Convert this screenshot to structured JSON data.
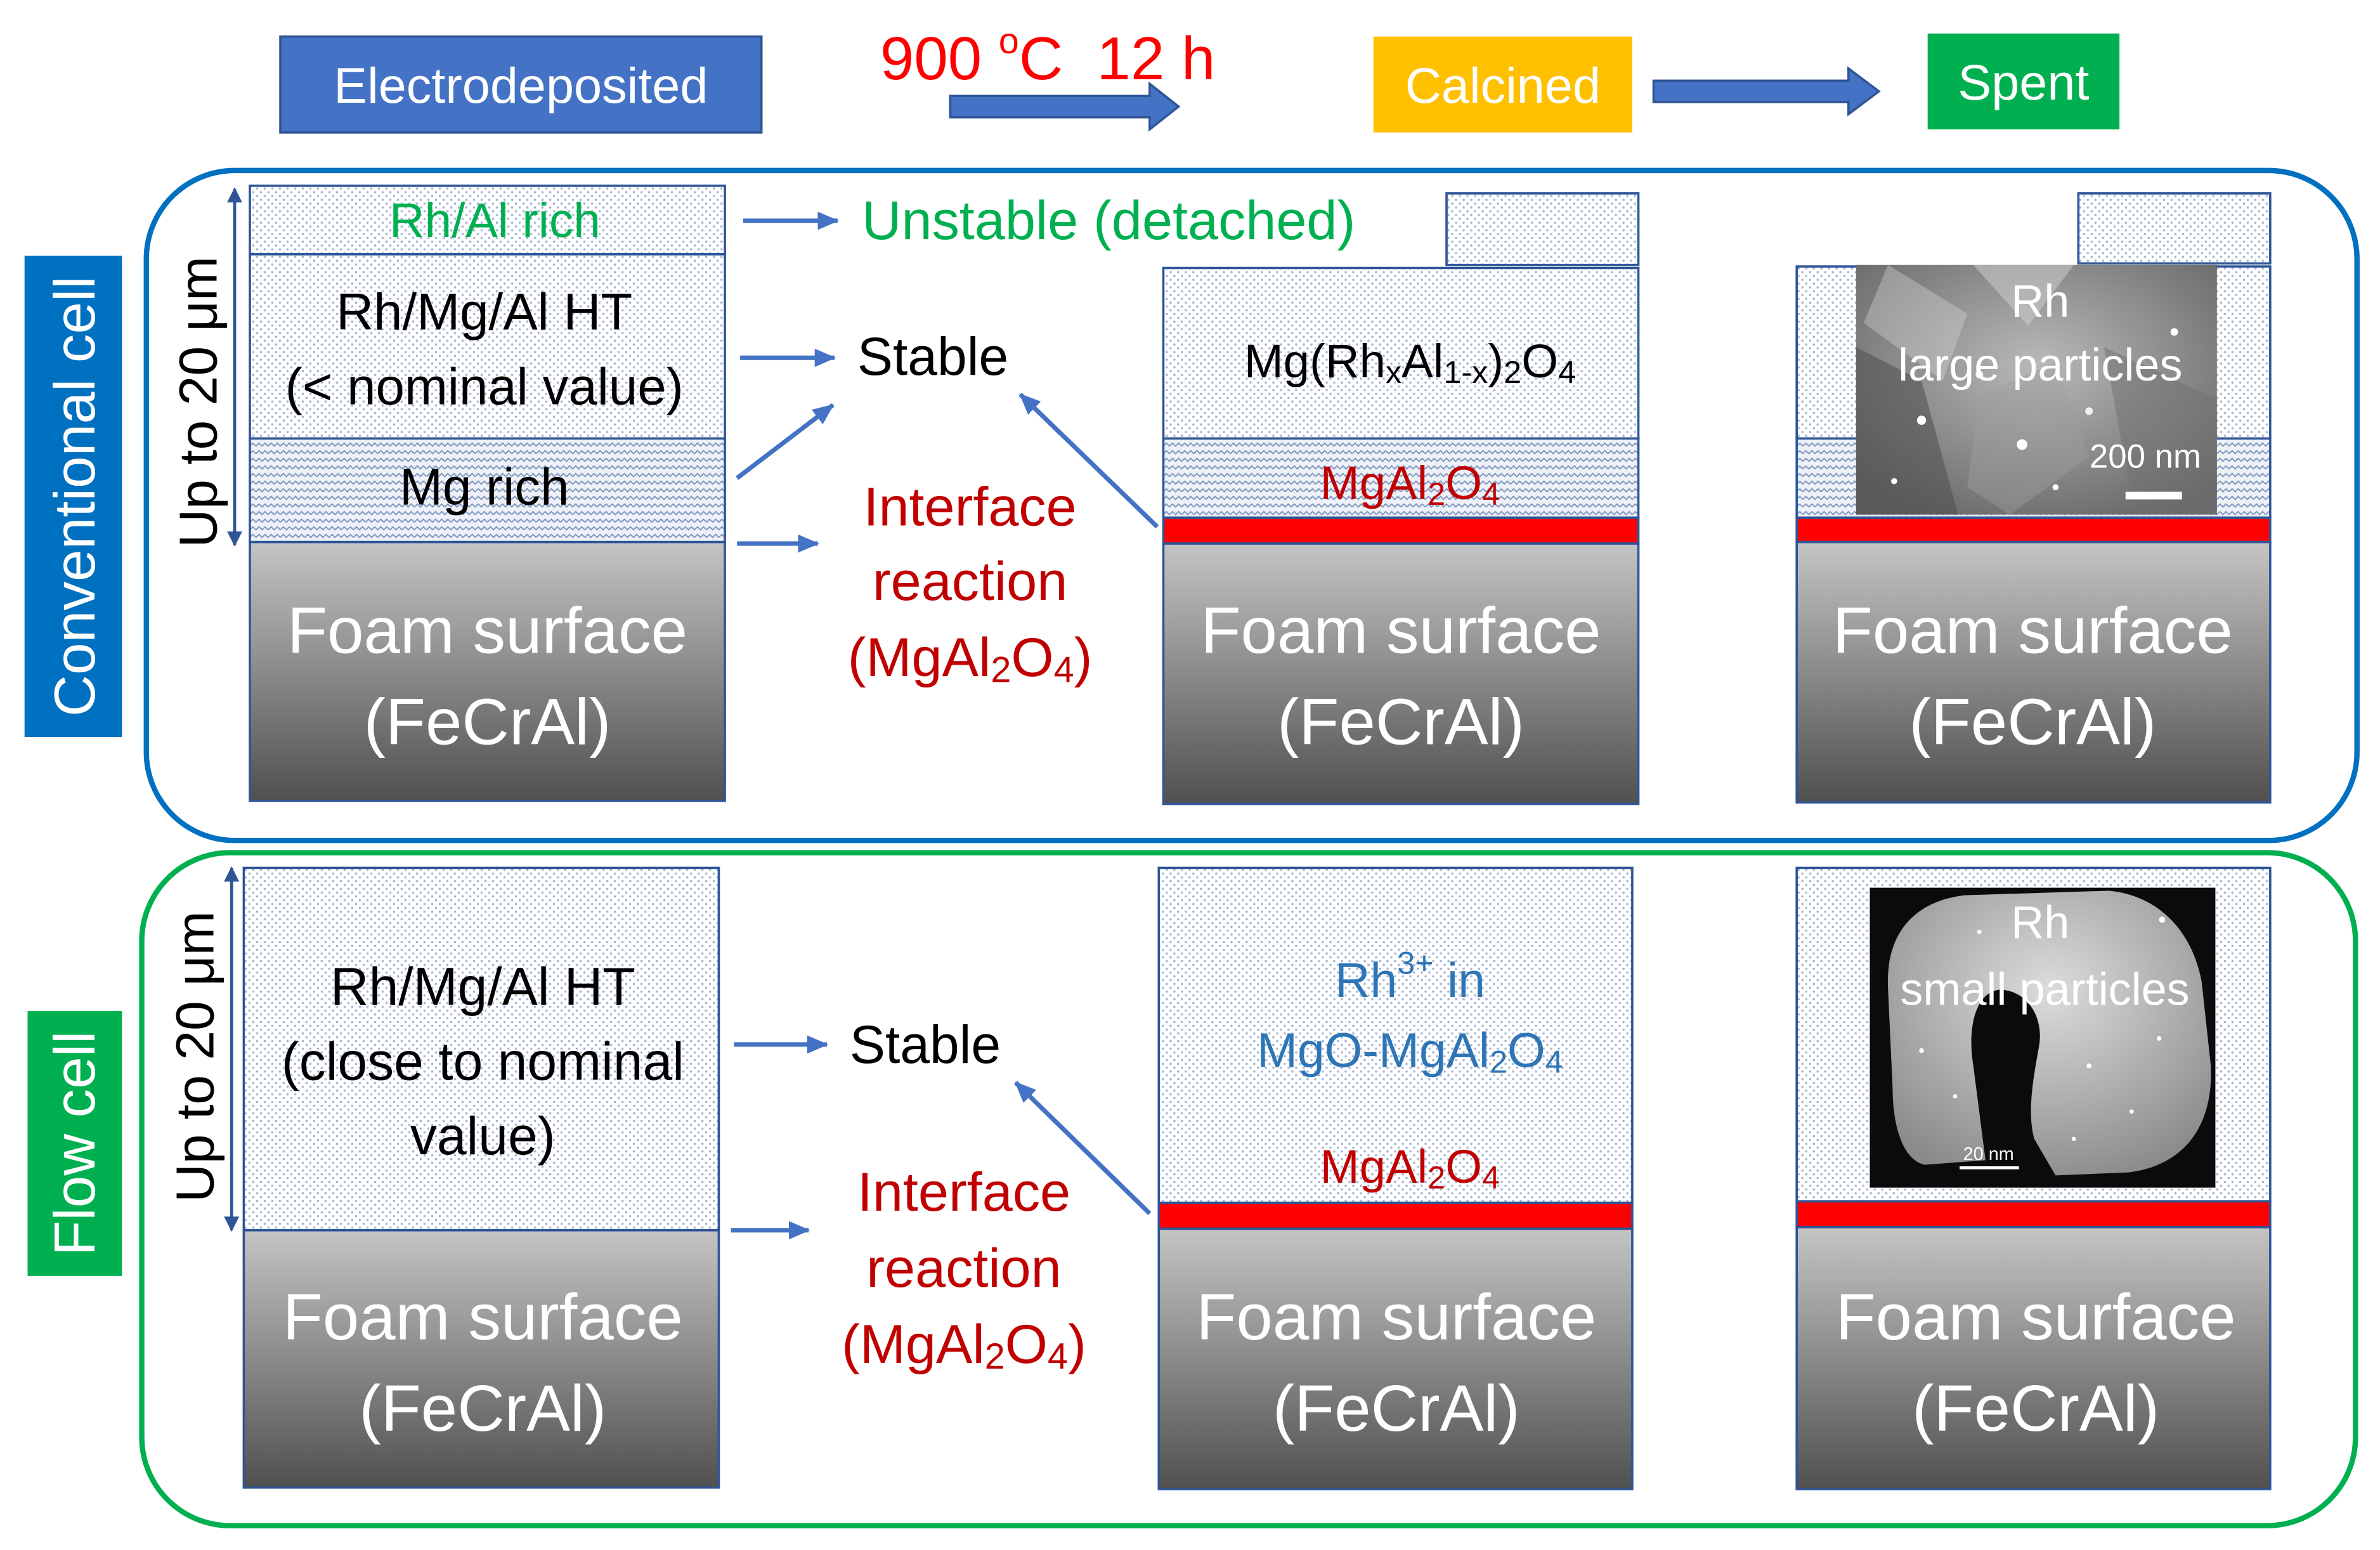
{
  "header": {
    "stage_electrodeposited": "Electrodeposited",
    "treatment": [
      "900 ",
      "o",
      "C  12 h"
    ],
    "stage_calcined": "Calcined",
    "stage_spent": "Spent"
  },
  "conventional_cell": {
    "label": "Conventional cell",
    "thickness_label": "Up to 20 μm",
    "electrodeposited": {
      "rh_al_layer": "Rh/Al rich",
      "ht_layer": [
        "Rh/Mg/Al HT",
        "(< nominal value)"
      ],
      "mg_layer": "Mg rich",
      "substrate": [
        "Foam surface",
        "(FeCrAl)"
      ]
    },
    "outcomes": {
      "detached": "Unstable (detached)",
      "stable": "Stable",
      "interface": [
        "Interface",
        "reaction"
      ],
      "interface_product": [
        "(MgAl",
        "2",
        "O",
        "4",
        ")"
      ]
    },
    "calcined": {
      "mixed_oxide": [
        "Mg(Rh",
        "x",
        "Al",
        "1-x",
        ")",
        "2",
        "O",
        "4"
      ],
      "interface_layer": [
        "MgAl",
        "2",
        "O",
        "4"
      ],
      "substrate": [
        "Foam surface",
        "(FeCrAl)"
      ]
    },
    "spent": {
      "micrograph_caption": [
        "Rh",
        "large particles"
      ],
      "scale_bar": "200 nm",
      "substrate": [
        "Foam surface",
        "(FeCrAl)"
      ]
    }
  },
  "flow_cell": {
    "label": "Flow cell",
    "thickness_label": "Up to 20 μm",
    "electrodeposited": {
      "ht_layer": [
        "Rh/Mg/Al HT",
        "(close to nominal",
        "value)"
      ],
      "substrate": [
        "Foam surface",
        "(FeCrAl)"
      ]
    },
    "outcomes": {
      "stable": "Stable",
      "interface": [
        "Interface",
        "reaction"
      ],
      "interface_product": [
        "(MgAl",
        "2",
        "O",
        "4",
        ")"
      ]
    },
    "calcined": {
      "rh_species": [
        "Rh",
        "3+",
        " in"
      ],
      "mixed_oxide": [
        "MgO-MgAl",
        "2",
        "O",
        "4"
      ],
      "interface_layer": [
        "MgAl",
        "2",
        "O",
        "4"
      ],
      "substrate": [
        "Foam surface",
        "(FeCrAl)"
      ]
    },
    "spent": {
      "micrograph_caption": [
        "Rh",
        "small particles"
      ],
      "scale_bar": "20 nm",
      "substrate": [
        "Foam surface",
        "(FeCrAl)"
      ]
    }
  },
  "colors": {
    "stage_electrodeposited": "#4472C4",
    "stage_calcined": "#FFC000",
    "stage_spent": "#00B050",
    "conventional_cell": "#0070C0",
    "flow_cell": "#00B050",
    "treatment_text": "#FF0000",
    "interface_text": "#C00000",
    "unstable_text": "#00B050",
    "rh_species_text": "#2E75B6",
    "spinel_band": "#FF0000",
    "foam_top": "#C4C4C4",
    "foam_bottom": "#505050"
  }
}
